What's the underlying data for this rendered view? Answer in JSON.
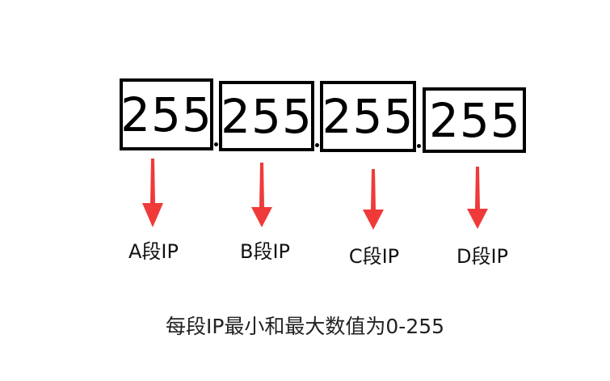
{
  "segments": [
    {
      "value": "255",
      "label": "A段IP"
    },
    {
      "value": "255",
      "label": "B段IP"
    },
    {
      "value": "255",
      "label": "C段IP"
    },
    {
      "value": "255",
      "label": "D段IP"
    }
  ],
  "separator": ".",
  "caption": "每段IP最小和最大数值为0-255",
  "colors": {
    "box_border": "#000000",
    "arrow": "#f03a3a",
    "text": "#111111"
  }
}
